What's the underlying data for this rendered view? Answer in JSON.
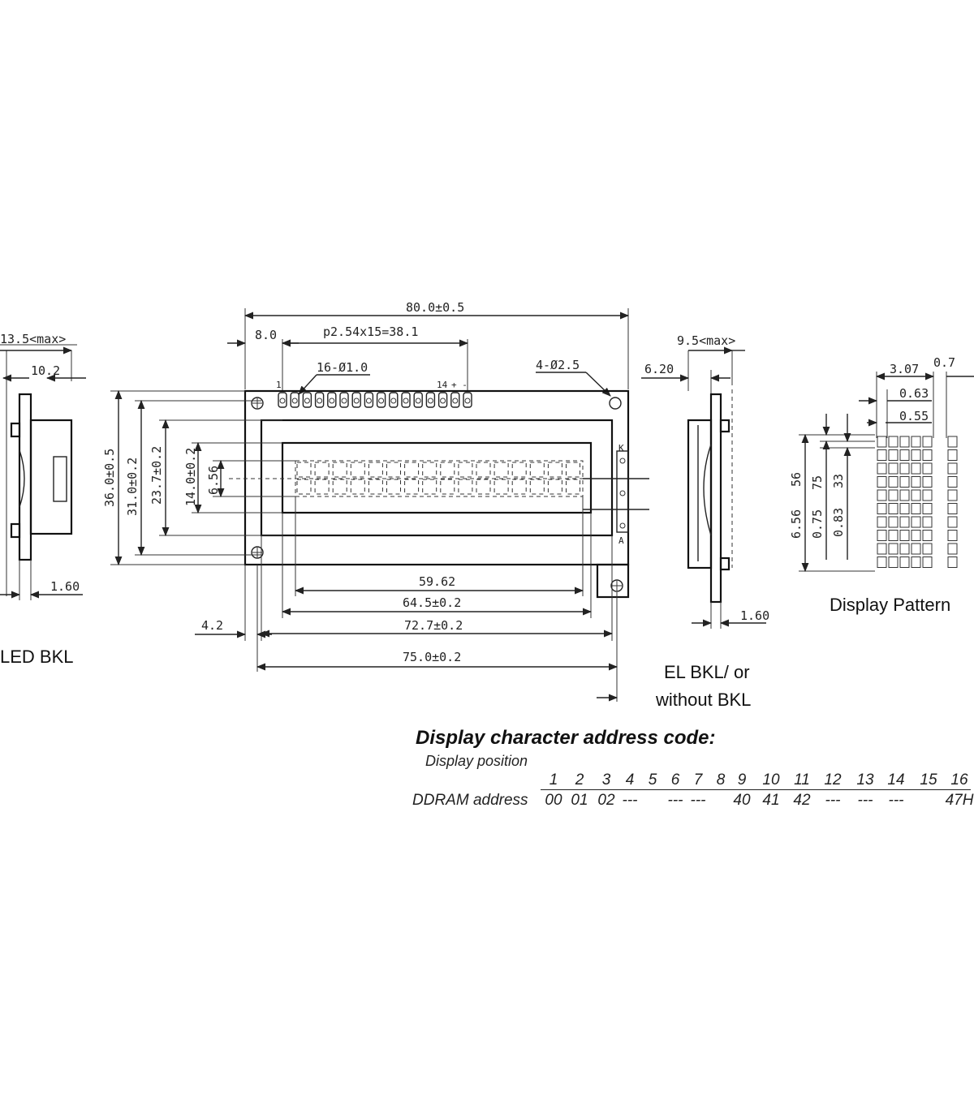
{
  "side_left": {
    "dim_max": "13.5<max>",
    "dim_body": "10.2",
    "dim_plate": "1.60",
    "caption": "LED BKL"
  },
  "front": {
    "dim_width": "80.0±0.5",
    "dim_pin_offset": "8.0",
    "dim_pin_pitch": "p2.54x15=38.1",
    "dim_pin_dia": "16-Ø1.0",
    "dim_hole": "4-Ø2.5",
    "pin_first": "1",
    "pin_last": "14",
    "pin_signs": "+ -",
    "dim_height": "36.0±0.5",
    "dim_bezel_h": "31.0±0.2",
    "dim_view_h": "23.7±0.2",
    "dim_area_h": "14.0±0.2",
    "dim_char_h": "6.56",
    "dim_area_w": "59.62",
    "dim_view_w": "64.5±0.2",
    "dim_bezel_w": "72.7±0.2",
    "dim_hole_pitch": "75.0±0.2",
    "dim_hole_edge": "4.2",
    "pad_k": "K",
    "pad_a": "A"
  },
  "side_right": {
    "dim_max": "9.5<max>",
    "dim_offset": "6.20",
    "dim_plate": "1.60",
    "caption_1": "EL BKL/ or",
    "caption_2": "without BKL"
  },
  "pattern": {
    "dim_char_w": "3.07",
    "dim_gap": "0.7",
    "dim_dot_pitch": "0.63",
    "dim_dot_w": "0.55",
    "dim_h1": "56",
    "dim_h2": "75",
    "dim_h3": "33",
    "dim_h4": "6.56",
    "dim_h5": "0.75",
    "dim_h6": "0.83",
    "caption": "Display Pattern"
  },
  "address": {
    "title": "Display character address code:",
    "position_label": "Display position",
    "ddram_label": "DDRAM address",
    "positions": [
      "1",
      "2",
      "3",
      "4",
      "5",
      "6",
      "7",
      "8",
      "9",
      "10",
      "11",
      "12",
      "13",
      "14",
      "15",
      "16"
    ],
    "ddram": [
      "00",
      "01",
      "02",
      "---",
      "",
      "---",
      "---",
      "",
      "40",
      "41",
      "42",
      "---",
      "---",
      "---",
      "",
      "47H"
    ]
  }
}
